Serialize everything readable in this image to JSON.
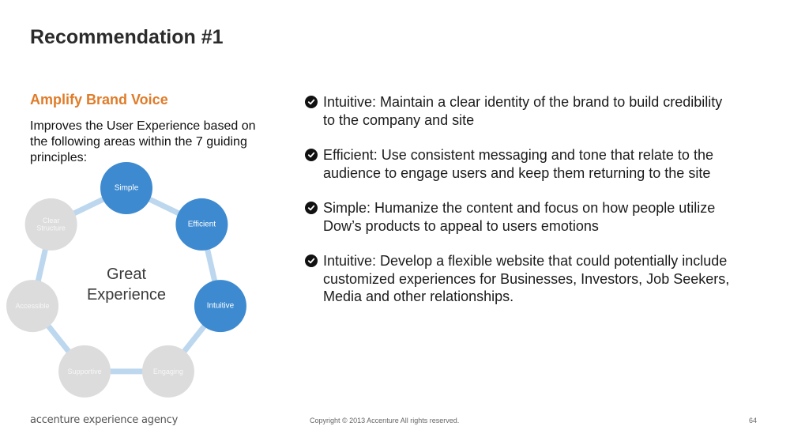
{
  "slide": {
    "title": "Recommendation #1",
    "subtitle": "Amplify Brand Voice",
    "intro": "Improves the User Experience based on the following areas within the 7 guiding principles:"
  },
  "diagram": {
    "center_lines": [
      "Great",
      "Experience"
    ],
    "nodes": [
      {
        "lines": [
          "Simple"
        ],
        "active": true
      },
      {
        "lines": [
          "Efficient"
        ],
        "active": true
      },
      {
        "lines": [
          "Intuitive"
        ],
        "active": true
      },
      {
        "lines": [
          "Engaging"
        ],
        "active": false
      },
      {
        "lines": [
          "Supportive"
        ],
        "active": false
      },
      {
        "lines": [
          "Accessible"
        ],
        "active": false
      },
      {
        "lines": [
          "Clear",
          "Structure"
        ],
        "active": false
      }
    ],
    "colors": {
      "active": "#3d8ad0",
      "inactive": "#dcdcdc",
      "connector": "#bcd7ee"
    }
  },
  "bullets": [
    "Intuitive: Maintain a clear identity of the brand to build credibility to the company and site",
    "Efficient: Use consistent messaging and tone that relate to the audience to engage users and keep them returning to the site",
    "Simple: Humanize the content and focus on how people utilize Dow’s products to appeal to users emotions",
    "Intuitive: Develop a flexible website that could potentially include customized experiences for Businesses, Investors, Job Seekers, Media and other relationships."
  ],
  "footer": {
    "brand": "accenture experience agency",
    "copyright": "Copyright © 2013 Accenture  All rights reserved.",
    "page_number": "64"
  },
  "icons": {
    "bullet": "check-circle-icon"
  },
  "accent_color": "#e07b28"
}
